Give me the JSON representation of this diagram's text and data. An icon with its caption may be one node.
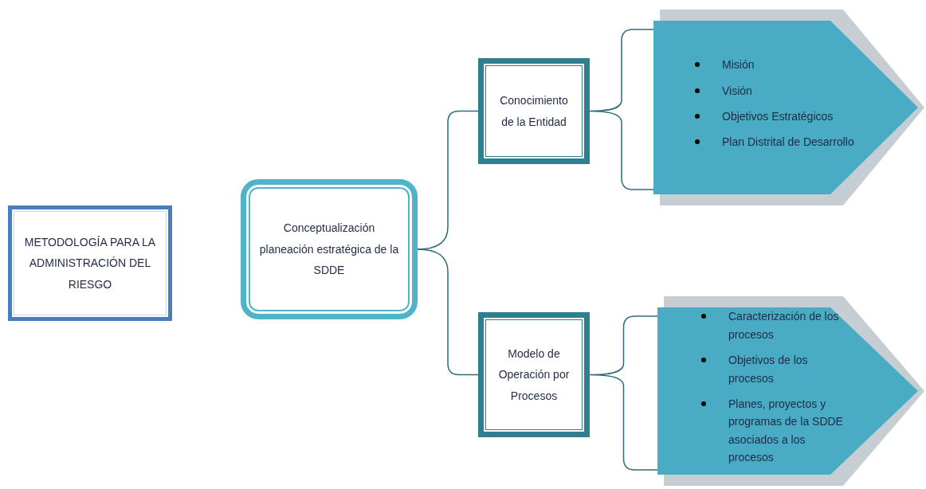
{
  "diagram": {
    "nodes": [
      {
        "text": [
          "METODOLOGÍA PARA LA ADMINISTRACIÓN DEL RIESGO"
        ]
      },
      {
        "text": [
          "Conceptualización planeación estratégica de la SDDE"
        ]
      },
      {
        "text": [
          "Conocimiento de la Entidad"
        ]
      },
      {
        "text": [
          "Modelo de Operación por Procesos"
        ]
      },
      {
        "text": [
          "Misión",
          "Visión",
          "Objetivos Estratégicos",
          "Plan Distrital de Desarrollo"
        ]
      },
      {
        "text": [
          "Caracterización de los procesos",
          "Objetivos de los procesos",
          "Planes, proyectos y programas de la SDDE asociados a los procesos"
        ]
      }
    ],
    "edges": [
      {
        "from": 1,
        "to": 2,
        "arrow": "none"
      },
      {
        "from": 1,
        "to": 3,
        "arrow": "none"
      },
      {
        "from": 2,
        "to": 4,
        "arrow": "none"
      },
      {
        "from": 3,
        "to": 5,
        "arrow": "none"
      }
    ]
  }
}
